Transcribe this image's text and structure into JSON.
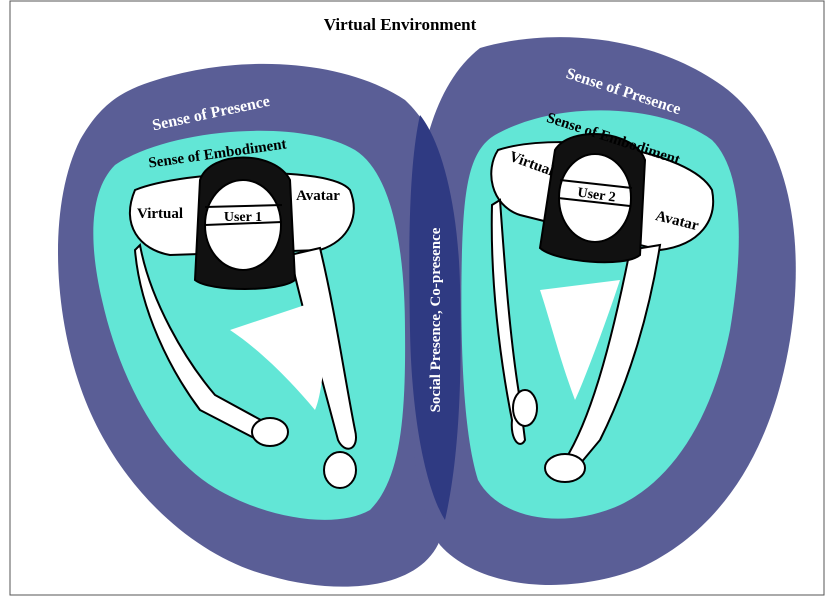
{
  "title": "Virtual Environment",
  "left": {
    "presence": "Sense of Presence",
    "embodiment": "Sense of Embodiment",
    "virtual": "Virtual",
    "avatar": "Avatar",
    "user": "User 1"
  },
  "right": {
    "presence": "Sense of Presence",
    "embodiment": "Sense of Embodiment",
    "virtual": "Virtual",
    "avatar": "Avatar",
    "user": "User 2"
  },
  "overlap": "Social Presence, Co-presence",
  "colors": {
    "presence": "#5a5e96",
    "overlap": "#2f3a82",
    "embodiment": "#62e6d6",
    "outline": "#000000"
  }
}
